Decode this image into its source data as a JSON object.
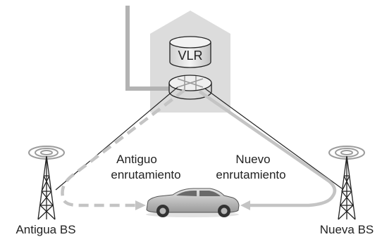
{
  "diagram": {
    "vlr_label": "VLR",
    "old_route_label_line1": "Antiguo",
    "old_route_label_line2": "enrutamiento",
    "new_route_label_line1": "Nuevo",
    "new_route_label_line2": "enrutamiento",
    "old_bs_label": "Antigua BS",
    "new_bs_label": "Nueva BS"
  },
  "colors": {
    "building": "#dcdcdc",
    "wire": "#b3b3b3",
    "route": "#c4c4c4",
    "car": "#c8c8c8",
    "line": "#222222"
  }
}
